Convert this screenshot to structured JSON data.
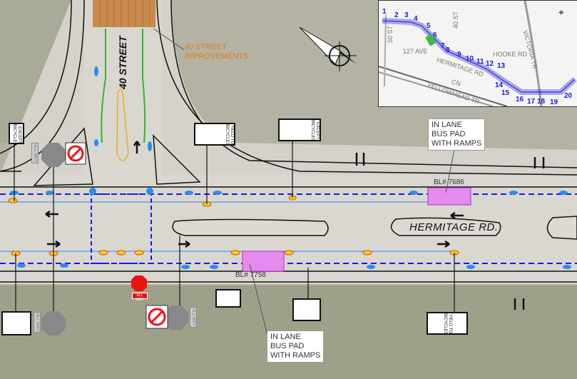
{
  "title_callout": "40 STREET IMPROVEMENTS",
  "streets": {
    "main_road": "HERMITAGE RD.",
    "cross_street": "40 STREET"
  },
  "bus_pads": [
    {
      "id": "BL# 7686",
      "callout": [
        "IN LANE",
        "BUS PAD",
        "WITH RAMPS"
      ]
    },
    {
      "id": "BL# 7758",
      "callout": [
        "IN LANE",
        "BUS PAD",
        "WITH RAMPS"
      ]
    }
  ],
  "signs": {
    "except_bicycles": "EXCEPT BICYCLES",
    "yield_to_bicycles": "YIELD TO BICYCLES",
    "all_way": "ALL WAY"
  },
  "inset_map": {
    "streets": [
      "50 ST",
      "40 ST",
      "127 AVE",
      "HOOKE RD",
      "HERMITAGE RD",
      "CN",
      "YELLOWHEAD TR",
      "VICTORIA TR"
    ],
    "segments": [
      "1",
      "2",
      "3",
      "4",
      "5",
      "6",
      "7",
      "8",
      "9",
      "10",
      "11",
      "12",
      "13",
      "14",
      "15",
      "16",
      "17",
      "18",
      "19",
      "20"
    ],
    "highlighted_segment": "6"
  },
  "colors": {
    "bus_pad": "#e58bf0",
    "lane_marking": "#1a1ae0",
    "cycle_marking": "#2a8cf0",
    "callout_orange": "#e07b1a",
    "highlight": "#3dbb3d"
  }
}
